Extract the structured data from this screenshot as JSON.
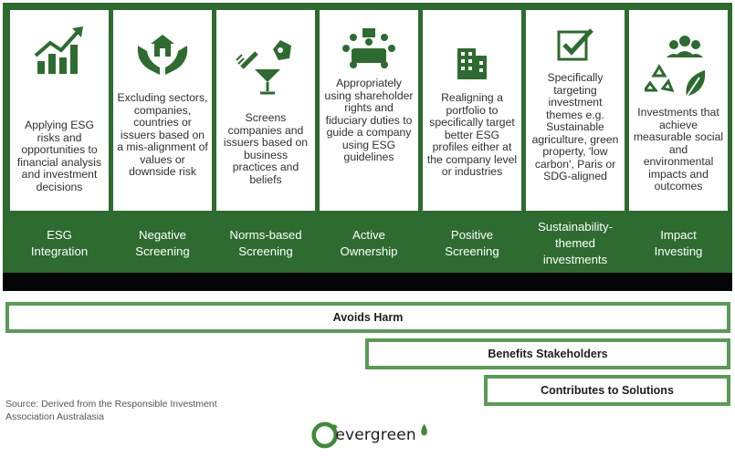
{
  "columns": [
    {
      "desc": "Applying ESG risks and opportunities to financial analysis and investment decisions",
      "label": "ESG Integration",
      "icon": "growth-chart-icon"
    },
    {
      "desc": "Excluding sectors, companies, countries or issuers based on a mis-alignment of values or downside risk",
      "label": "Negative Screening",
      "icon": "hands-house-icon"
    },
    {
      "desc": "Screens companies and issuers based on business practices and beliefs",
      "label": "Norms-based Screening",
      "icon": "vices-icon"
    },
    {
      "desc": "Appropriately using shareholder rights and fiduciary duties to guide a company using ESG guidelines",
      "label": "Active Ownership",
      "icon": "boardroom-icon"
    },
    {
      "desc": "Realigning a portfolio to specifically target better ESG profiles either at the company level or industries",
      "label": "Positive Screening",
      "icon": "building-icon"
    },
    {
      "desc": "Specifically targeting investment themes e.g. Sustainable agriculture, green property, 'low carbon', Paris or SDG-aligned",
      "label": "Sustainability-themed investments",
      "icon": "checkbox-icon"
    },
    {
      "desc": "Investments that achieve measurable social and environmental impacts and outcomes",
      "label": "Impact Investing",
      "icon": "people-recycle-leaf-icon"
    }
  ],
  "bars": {
    "avoids_harm": "Avoids Harm",
    "benefits_stakeholders": "Benefits Stakeholders",
    "contributes_solutions": "Contributes to Solutions"
  },
  "source": "Source: Derived from the Responsible Investment Association Australasia",
  "logo": {
    "text": "evergreen"
  },
  "colors": {
    "panel": "#2e6b30",
    "bar_border": "#5a9a56",
    "black_bar": "#050505"
  }
}
